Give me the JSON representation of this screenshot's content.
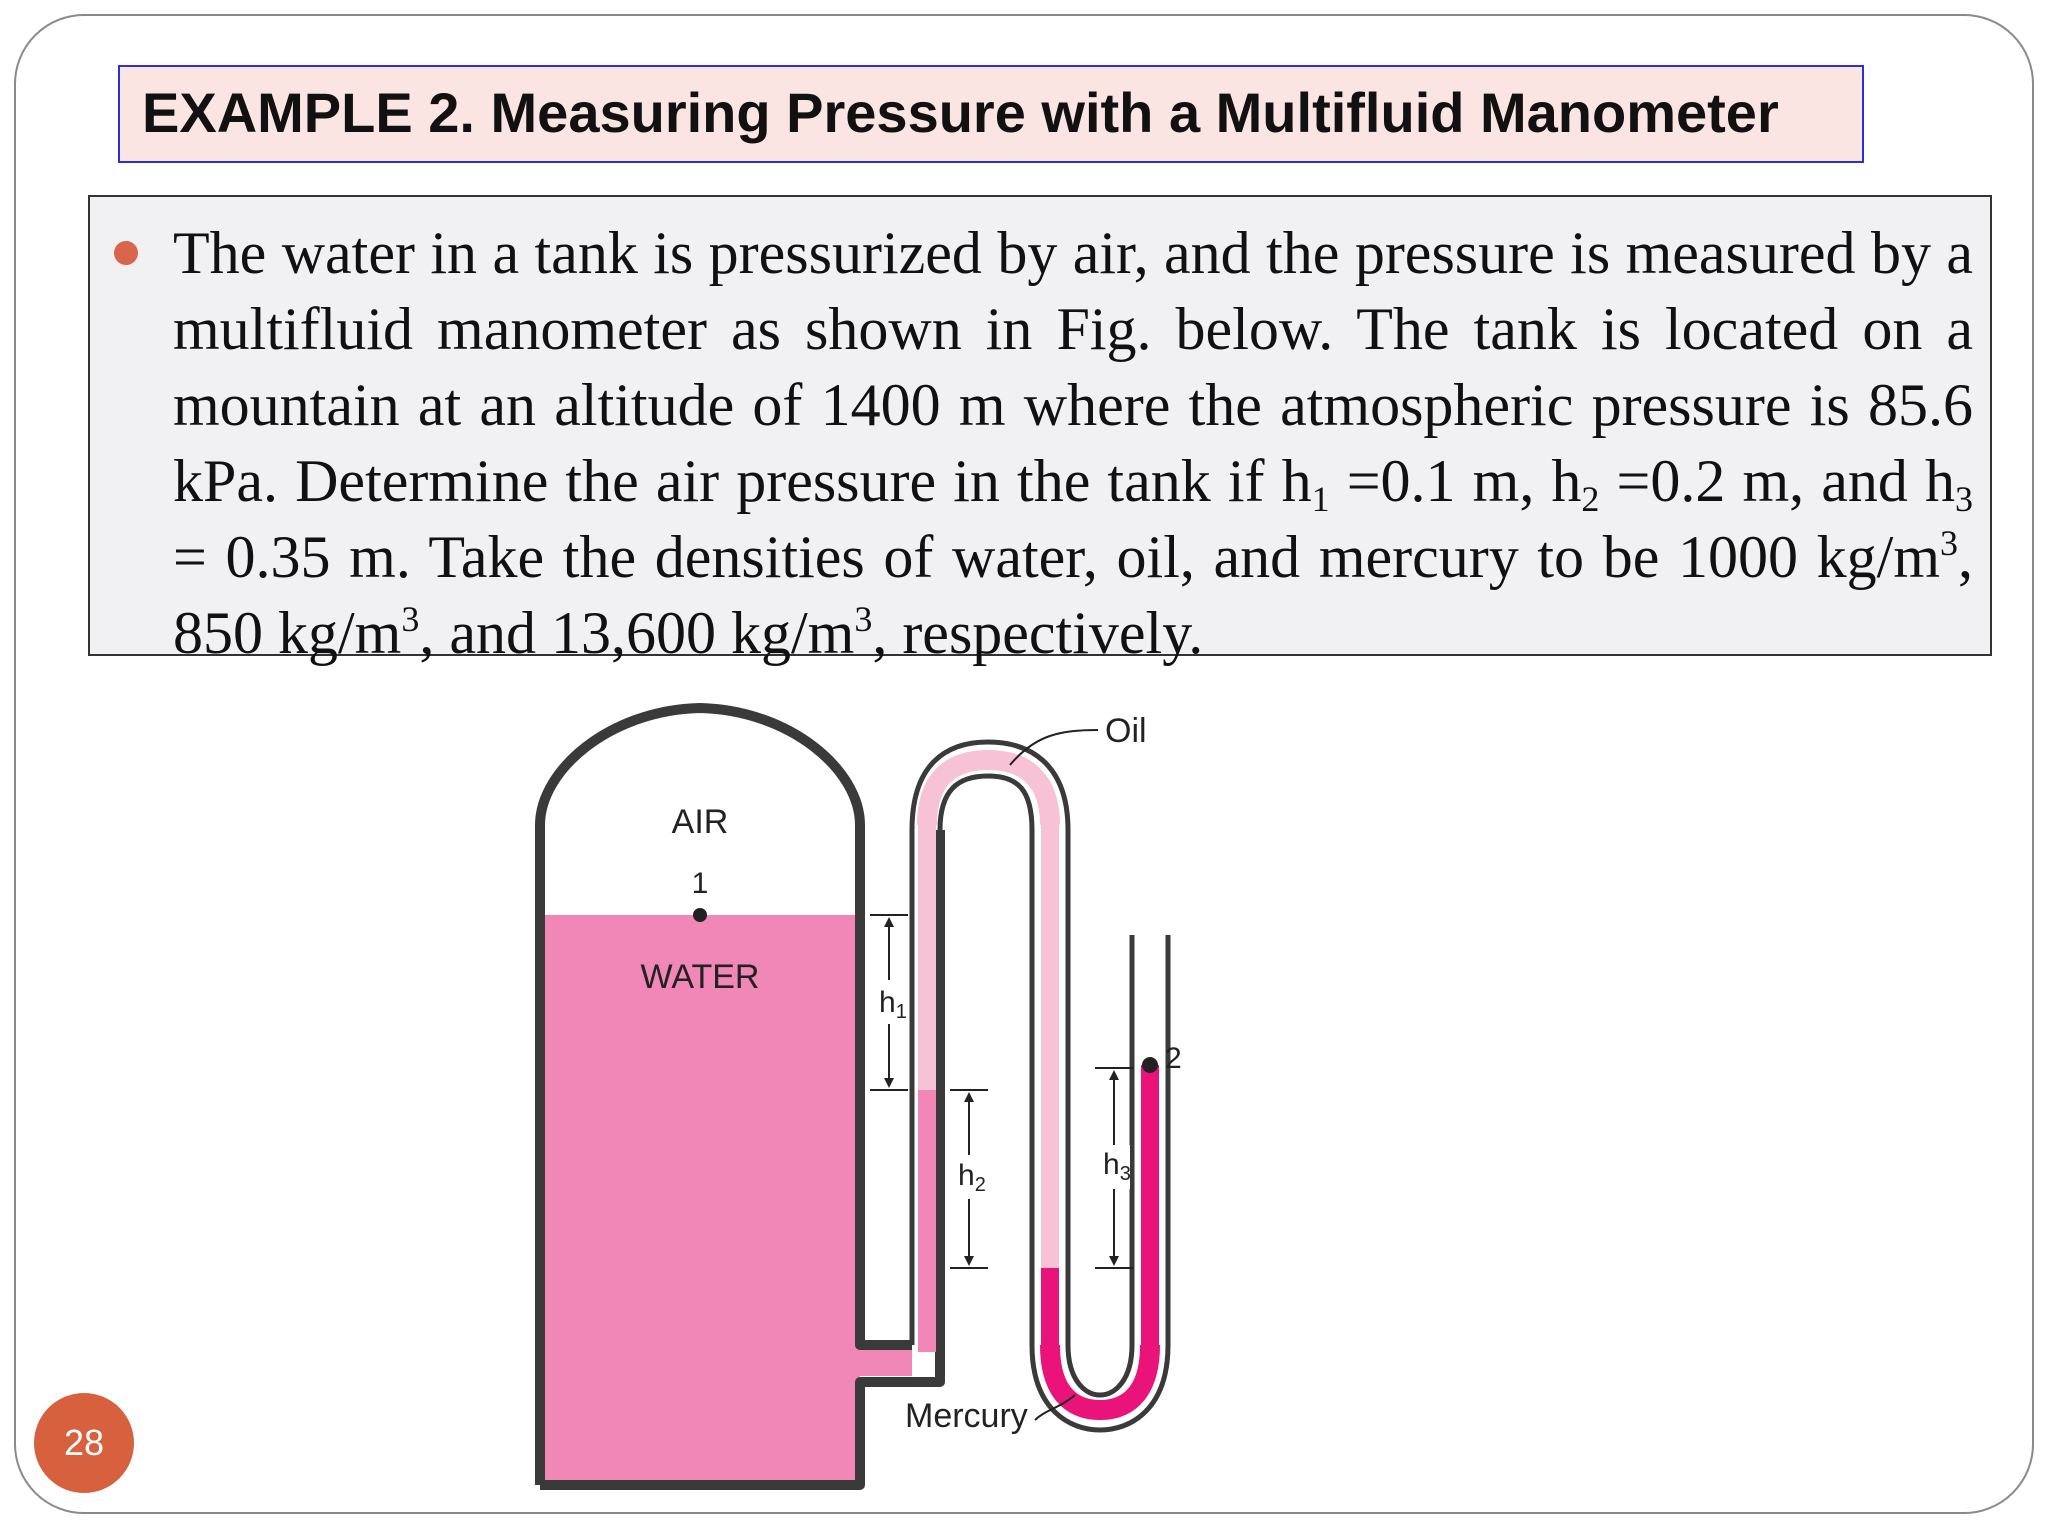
{
  "slide": {
    "title": "EXAMPLE 2. Measuring Pressure with a Multifluid Manometer",
    "problem": {
      "line1": "The water in a tank is pressurized by air, and the pressure is measured",
      "line2": "by a multifluid manometer as shown in Fig. below. The tank is located",
      "line3": "on a mountain at an altitude of 1400 m where the atmospheric pressure",
      "line4_a": "is 85.6 kPa. Determine the air pressure in the tank if h",
      "line4_sub1": "1",
      "line4_b": " =0.1 m, h",
      "line4_sub2": "2",
      "line4_c": " =0.2",
      "line5_a": "m, and h",
      "line5_sub3": "3",
      "line5_b": " = 0.35 m. Take the densities of water, oil, and mercury to be",
      "line6_a": "1000 kg/m",
      "line6_sup1": "3",
      "line6_b": ", 850 kg/m",
      "line6_sup2": "3",
      "line6_c": ", and 13,600 kg/m",
      "line6_sup3": "3",
      "line6_d": ", respectively."
    },
    "page_number": "28"
  },
  "figure": {
    "labels": {
      "air": "AIR",
      "point1": "1",
      "water": "WATER",
      "oil": "Oil",
      "mercury": "Mercury",
      "point2": "2",
      "h1": "h",
      "h1_sub": "1",
      "h2": "h",
      "h2_sub": "2",
      "h3": "h",
      "h3_sub": "3"
    },
    "colors": {
      "water": "#f187b6",
      "oil": "#f7c2d6",
      "mercury": "#e9137a",
      "outline": "#3a3a3a",
      "bullet": "#d9654c",
      "title_bg": "#fbe5e3",
      "title_border": "#2b2fd6",
      "page_badge": "#d7613f"
    }
  }
}
